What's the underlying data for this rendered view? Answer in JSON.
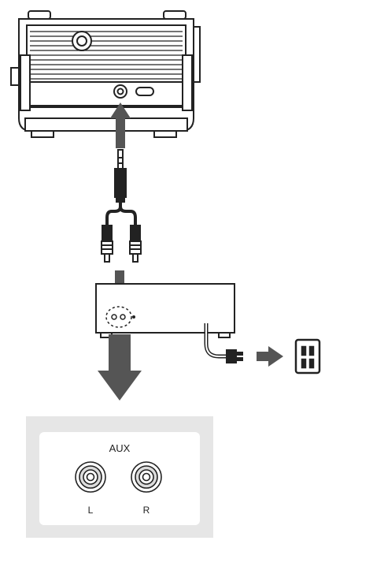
{
  "panel": {
    "aux_label": "AUX",
    "left_label": "L",
    "right_label": "R"
  },
  "colors": {
    "line": "#222222",
    "arrow_fill": "#555555",
    "panel_bg": "#e6e6e6",
    "panel_inner": "#ffffff",
    "jack_ring": "#dcdcdc"
  },
  "icons": [
    "portable-speaker",
    "stereo-mini-plug",
    "rca-plugs",
    "dvd-player",
    "power-plug",
    "wall-outlet"
  ]
}
